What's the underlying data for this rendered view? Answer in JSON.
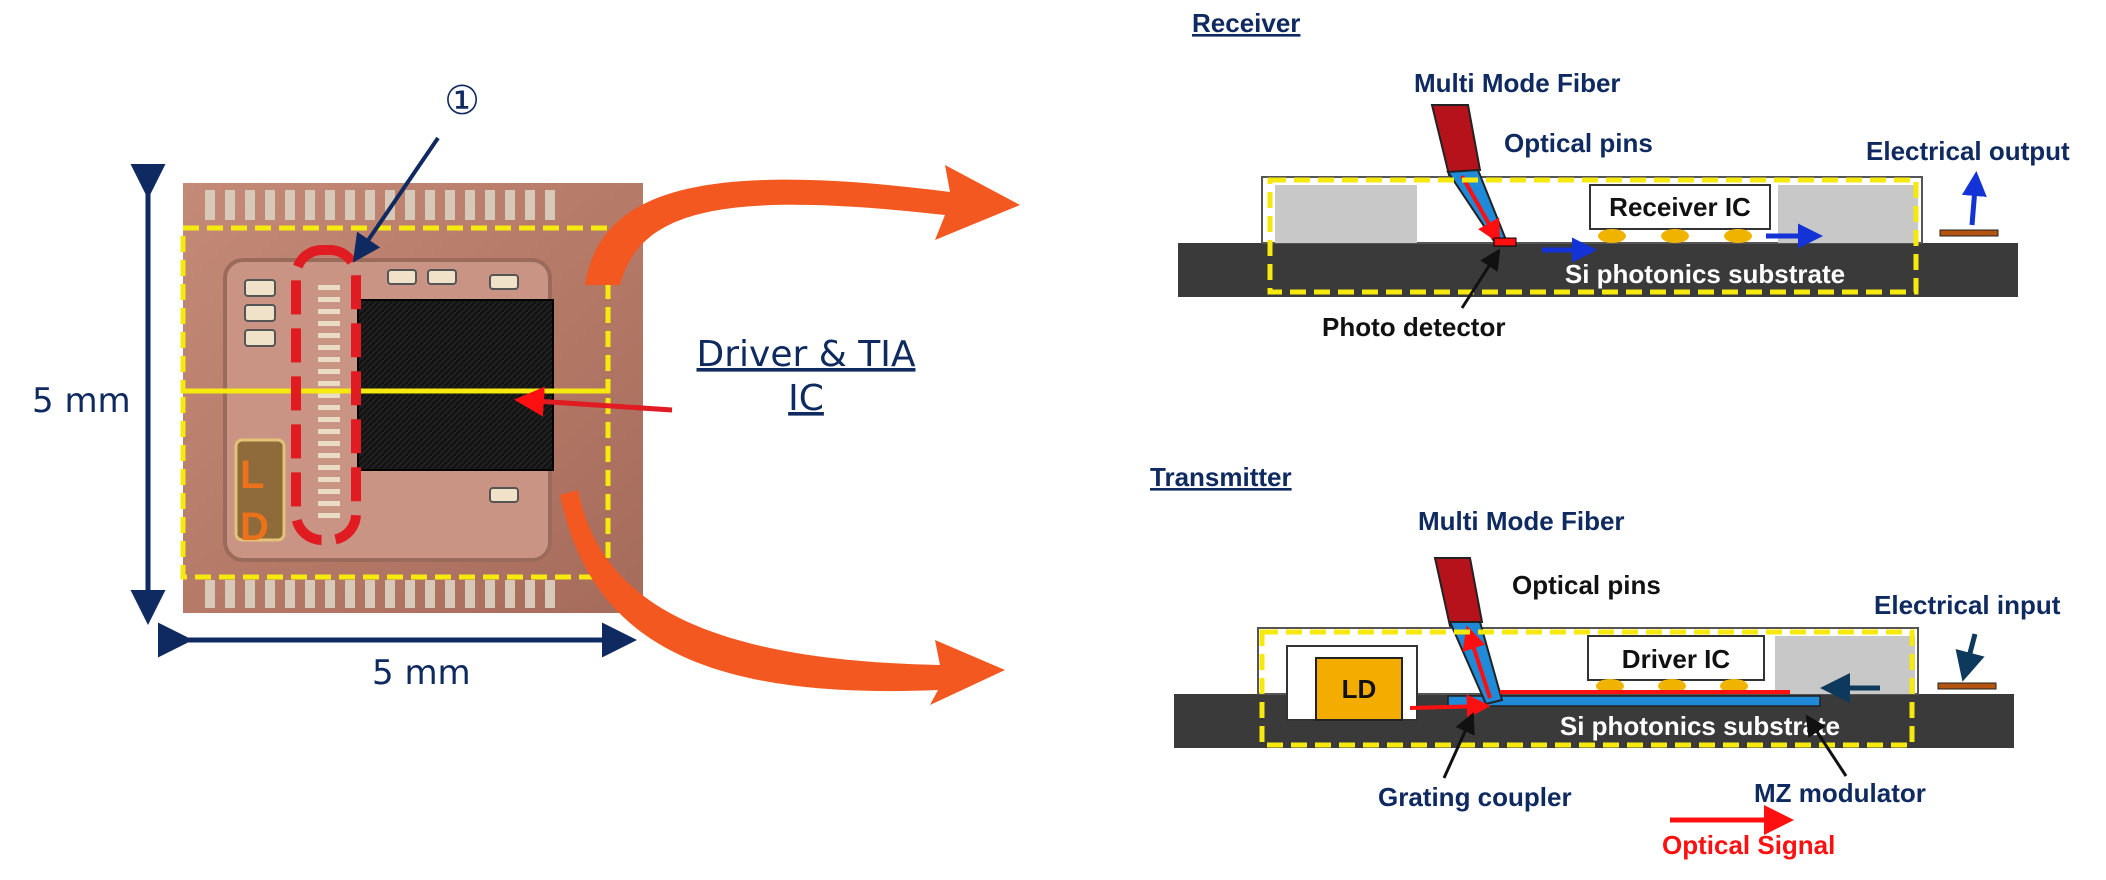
{
  "left_photo": {
    "marker": "①",
    "dim_vertical": "5 mm",
    "dim_horizontal": "5 mm",
    "chip_label": "Driver & TIA IC",
    "chip_label_line1": "Driver & TIA",
    "chip_label_line2": "IC",
    "ld_label": "L",
    "ld_label2": "D"
  },
  "receiver": {
    "heading": "Receiver",
    "fiber": "Multi Mode Fiber",
    "pins": "Optical pins",
    "ic": "Receiver IC",
    "output": "Electrical output",
    "substrate": "Si photonics substrate",
    "detector": "Photo detector"
  },
  "transmitter": {
    "heading": "Transmitter",
    "fiber": "Multi Mode Fiber",
    "pins": "Optical pins",
    "ic": "Driver IC",
    "input": "Electrical input",
    "ld": "LD",
    "substrate": "Si photonics substrate",
    "coupler": "Grating coupler",
    "modulator": "MZ modulator",
    "legend": "Optical Signal"
  },
  "colors": {
    "navy": "#0f2a60",
    "orange_arrow": "#f2581f",
    "yellow_dash": "#f5e90e",
    "red_dash": "#e01b22",
    "fiber_red": "#b5121b",
    "waveguide_blue": "#1e8ad8",
    "substrate": "#3a3a3a",
    "ld_orange": "#f5ac00",
    "signal_red": "#ff1010",
    "electric_blue": "#1433d6"
  }
}
